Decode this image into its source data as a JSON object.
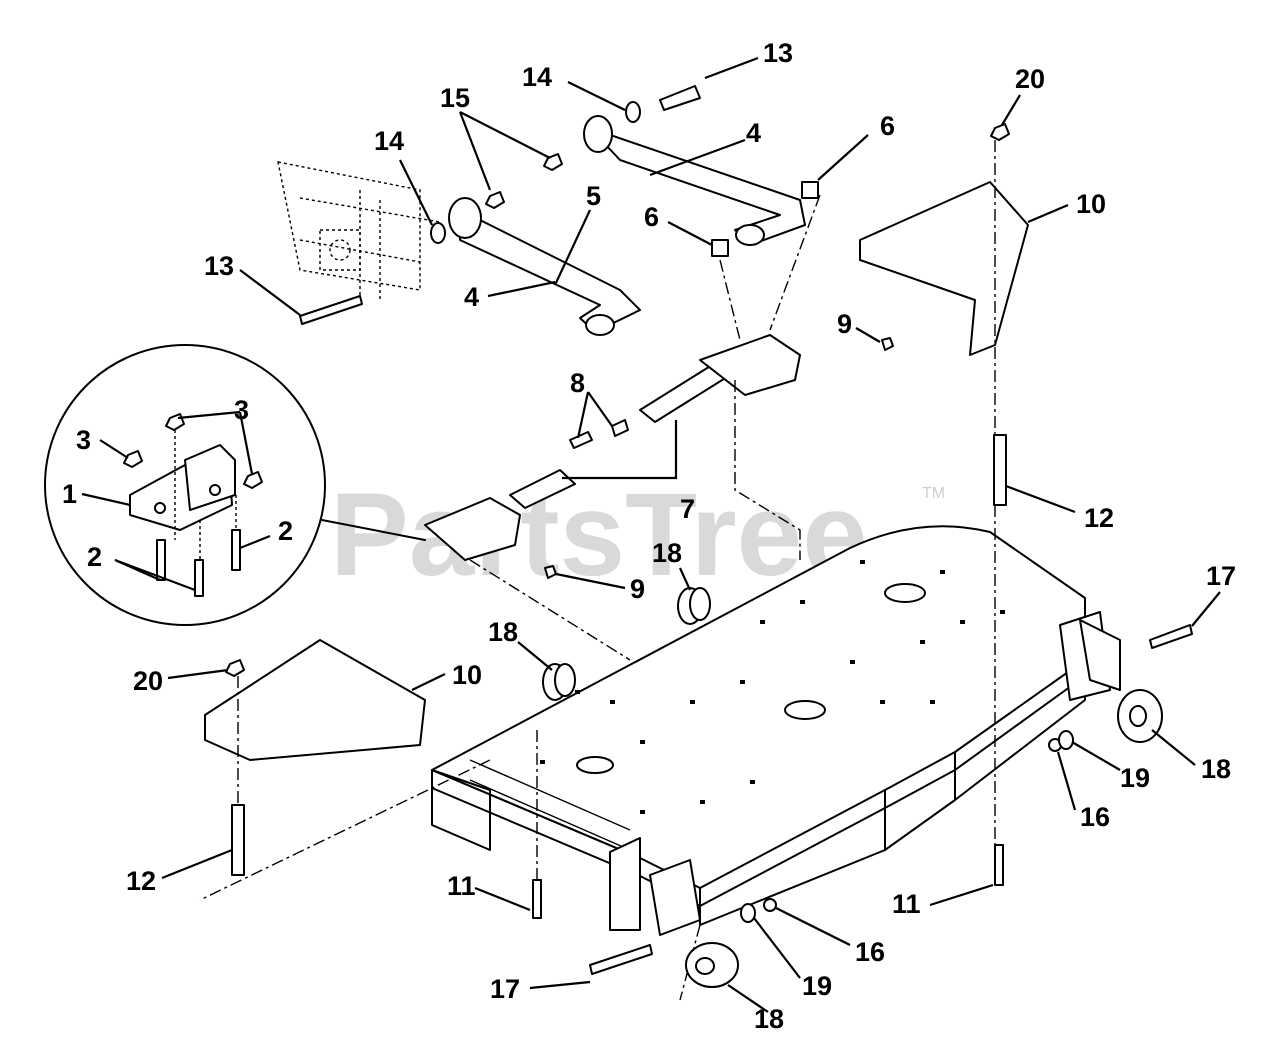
{
  "watermark": {
    "text": "PartsTree",
    "trademark": "TM"
  },
  "callouts": [
    {
      "id": "c-13a",
      "label": "13"
    },
    {
      "id": "c-14a",
      "label": "14"
    },
    {
      "id": "c-4a",
      "label": "4"
    },
    {
      "id": "c-6a",
      "label": "6"
    },
    {
      "id": "c-20a",
      "label": "20"
    },
    {
      "id": "c-15",
      "label": "15"
    },
    {
      "id": "c-14b",
      "label": "14"
    },
    {
      "id": "c-5",
      "label": "5"
    },
    {
      "id": "c-6b",
      "label": "6"
    },
    {
      "id": "c-10a",
      "label": "10"
    },
    {
      "id": "c-13b",
      "label": "13"
    },
    {
      "id": "c-4b",
      "label": "4"
    },
    {
      "id": "c-9a",
      "label": "9"
    },
    {
      "id": "c-8",
      "label": "8"
    },
    {
      "id": "c-3a",
      "label": "3"
    },
    {
      "id": "c-3b",
      "label": "3"
    },
    {
      "id": "c-1",
      "label": "1"
    },
    {
      "id": "c-7",
      "label": "7"
    },
    {
      "id": "c-12a",
      "label": "12"
    },
    {
      "id": "c-2a",
      "label": "2"
    },
    {
      "id": "c-2b",
      "label": "2"
    },
    {
      "id": "c-18a",
      "label": "18"
    },
    {
      "id": "c-9b",
      "label": "9"
    },
    {
      "id": "c-17a",
      "label": "17"
    },
    {
      "id": "c-18b",
      "label": "18"
    },
    {
      "id": "c-20b",
      "label": "20"
    },
    {
      "id": "c-10b",
      "label": "10"
    },
    {
      "id": "c-19a",
      "label": "19"
    },
    {
      "id": "c-18c",
      "label": "18"
    },
    {
      "id": "c-16a",
      "label": "16"
    },
    {
      "id": "c-12b",
      "label": "12"
    },
    {
      "id": "c-11a",
      "label": "11"
    },
    {
      "id": "c-11b",
      "label": "11"
    },
    {
      "id": "c-16b",
      "label": "16"
    },
    {
      "id": "c-19b",
      "label": "19"
    },
    {
      "id": "c-17b",
      "label": "17"
    },
    {
      "id": "c-18d",
      "label": "18"
    }
  ]
}
